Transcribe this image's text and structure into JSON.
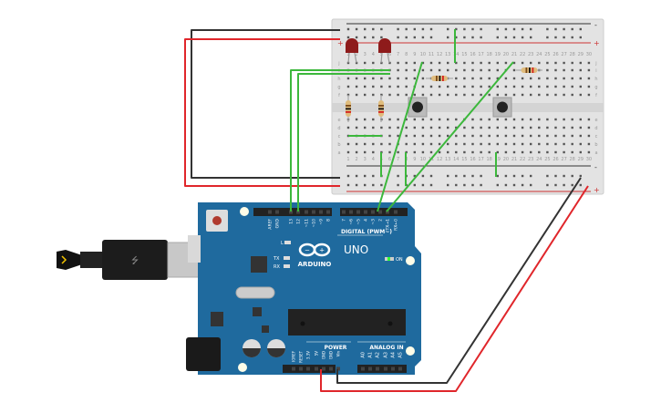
{
  "breadboard": {
    "columns": [
      "1",
      "2",
      "3",
      "4",
      "5",
      "6",
      "7",
      "8",
      "9",
      "10",
      "11",
      "12",
      "13",
      "14",
      "15",
      "16",
      "17",
      "18",
      "19",
      "20",
      "21",
      "22",
      "23",
      "24",
      "25",
      "26",
      "27",
      "28",
      "29",
      "30"
    ],
    "rows_top": [
      "j",
      "i",
      "h",
      "g",
      "f"
    ],
    "rows_bottom": [
      "e",
      "d",
      "c",
      "b",
      "a"
    ],
    "rail_minus": "-",
    "rail_plus": "+"
  },
  "arduino": {
    "brand": "ARDUINO",
    "model": "UNO",
    "digital_label": "DIGITAL (PWM~)",
    "digital_pins": [
      "AREF",
      "GND",
      "13",
      "12",
      "~11",
      "~10",
      "~9",
      "8",
      "7",
      "~6",
      "~5",
      "4",
      "~3",
      "2",
      "TX→1",
      "RX←0"
    ],
    "led_l": "L",
    "led_tx": "TX",
    "led_rx": "RX",
    "on_label": "ON",
    "power_label": "POWER",
    "power_pins": [
      "IOREF",
      "RESET",
      "3.3V",
      "5V",
      "GND",
      "GND",
      "Vin"
    ],
    "analog_label": "ANALOG IN",
    "analog_pins": [
      "A0",
      "A1",
      "A2",
      "A3",
      "A4",
      "A5"
    ]
  },
  "colors": {
    "board": "#1f6a9e",
    "wire_green": "#3cb83c",
    "wire_red": "#e0262b",
    "wire_black": "#333333",
    "led": "#8e1b1b",
    "breadboard": "#e3e3e3"
  }
}
